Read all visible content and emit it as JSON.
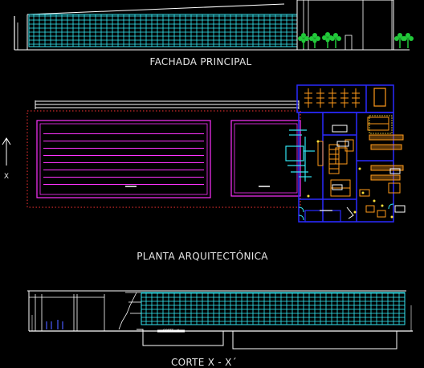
{
  "drawing": {
    "views": {
      "elevation": {
        "title": "FACHADA PRINCIPAL"
      },
      "plan": {
        "title": "PLANTA ARQUITECTÓNICA",
        "section_marker": "X"
      },
      "section": {
        "title": "CORTE X - X´",
        "inner_label": "CORTE - X"
      }
    },
    "palette": {
      "background": "#000000",
      "glazing": "#33e6f2",
      "pool_outline": "#ff33ff",
      "walls": "#2a2aff",
      "furniture": "#ff9a1a",
      "trees": "#22c93a",
      "lines": "#ffffff",
      "perimeter": "#ff3333",
      "water_fixture": "#33e6f2"
    }
  }
}
